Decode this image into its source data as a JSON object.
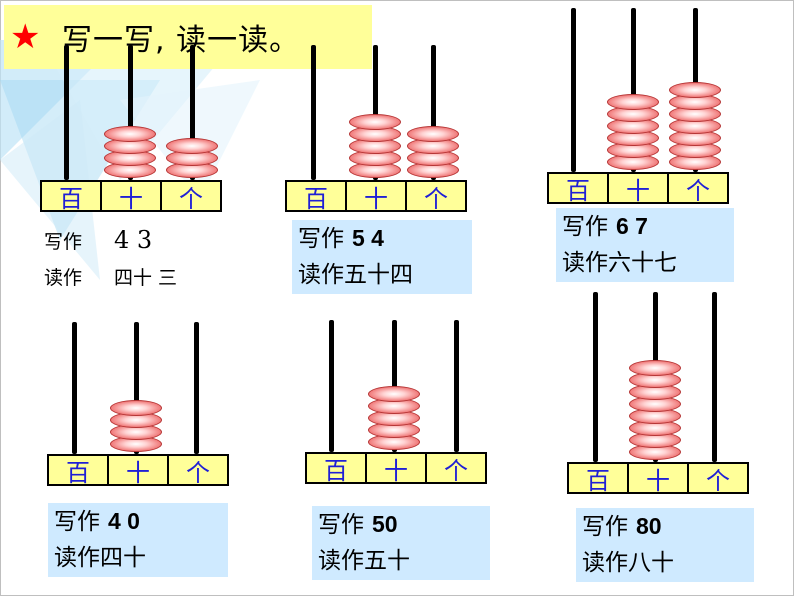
{
  "header": {
    "title": "写一写, 读一读。",
    "star_icon": "star-icon",
    "star_color": "#ff0000"
  },
  "colors": {
    "label_bg": "#ffff99",
    "label_text": "#1f1fd6",
    "answer_bg": "#cfeaff",
    "bead": "#f07a7a"
  },
  "place_labels": [
    "百",
    "十",
    "个"
  ],
  "problems": [
    {
      "id": "p1",
      "tens": 4,
      "ones": 3,
      "write_label": "写作",
      "write_value": "4  3",
      "read_label": "读作",
      "read_value": "四十  三"
    },
    {
      "id": "p2",
      "tens": 5,
      "ones": 4,
      "write_label": "写作",
      "write_value": "5 4",
      "read_label": "读作",
      "read_value": "五十四"
    },
    {
      "id": "p3",
      "tens": 6,
      "ones": 7,
      "write_label": "写作",
      "write_value": "6 7",
      "read_label": "读作",
      "read_value": "六十七"
    },
    {
      "id": "p4",
      "tens": 4,
      "ones": 0,
      "write_label": "写作",
      "write_value": "4 0",
      "read_label": "读作",
      "read_value": "四十"
    },
    {
      "id": "p5",
      "tens": 5,
      "ones": 0,
      "write_label": "写作",
      "write_value": "50",
      "read_label": "读作",
      "read_value": "五十"
    },
    {
      "id": "p6",
      "tens": 8,
      "ones": 0,
      "write_label": "写作",
      "write_value": "80",
      "read_label": "读作",
      "read_value": "八十"
    }
  ]
}
